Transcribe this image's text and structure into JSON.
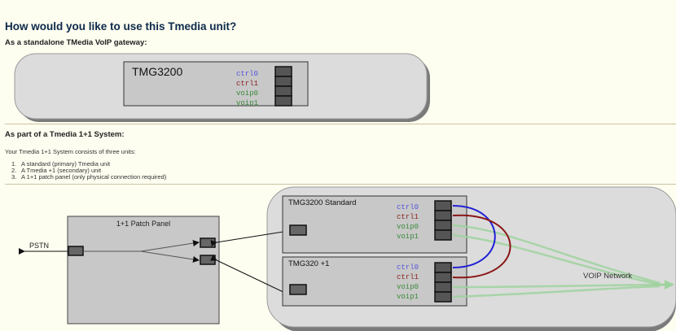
{
  "page": {
    "title": "How would you like to use this Tmedia unit?",
    "standalone_heading": "As a standalone TMedia VoIP gateway:",
    "system_heading": "As part of a Tmedia 1+1 System:",
    "system_description": "Your Tmedia 1+1 System consists of three units:",
    "system_units": [
      {
        "num": "1.",
        "text": "A standard (primary) Tmedia unit"
      },
      {
        "num": "2.",
        "text": "A Tmedia +1 (secondary) unit"
      },
      {
        "num": "3.",
        "text": "A 1+1 patch panel (only physical connection required)"
      }
    ]
  },
  "standalone": {
    "device_label": "TMG3200",
    "ports": [
      "ctrl0",
      "ctrl1",
      "voip0",
      "voip1"
    ]
  },
  "system": {
    "patch_panel_label": "1+1 Patch Panel",
    "pstn_label": "PSTN",
    "primary_label": "TMG3200 Standard",
    "secondary_label": "TMG320 +1",
    "primary_ports": [
      "ctrl0",
      "ctrl1",
      "voip0",
      "voip1"
    ],
    "secondary_ports": [
      "ctrl0",
      "ctrl1",
      "voip0",
      "voip1"
    ],
    "voip_network_label": "VOIP Network"
  },
  "colors": {
    "ctrl0": "#5555dd",
    "ctrl1": "#8b2222",
    "voip": "#3a8a3a",
    "cable_blue": "#1f1fd6",
    "cable_red": "#8a1616",
    "network_green": "#9fd29f",
    "panel_fill": "#c8c8c8",
    "rounded_group_fill": "#dcdcdc"
  }
}
